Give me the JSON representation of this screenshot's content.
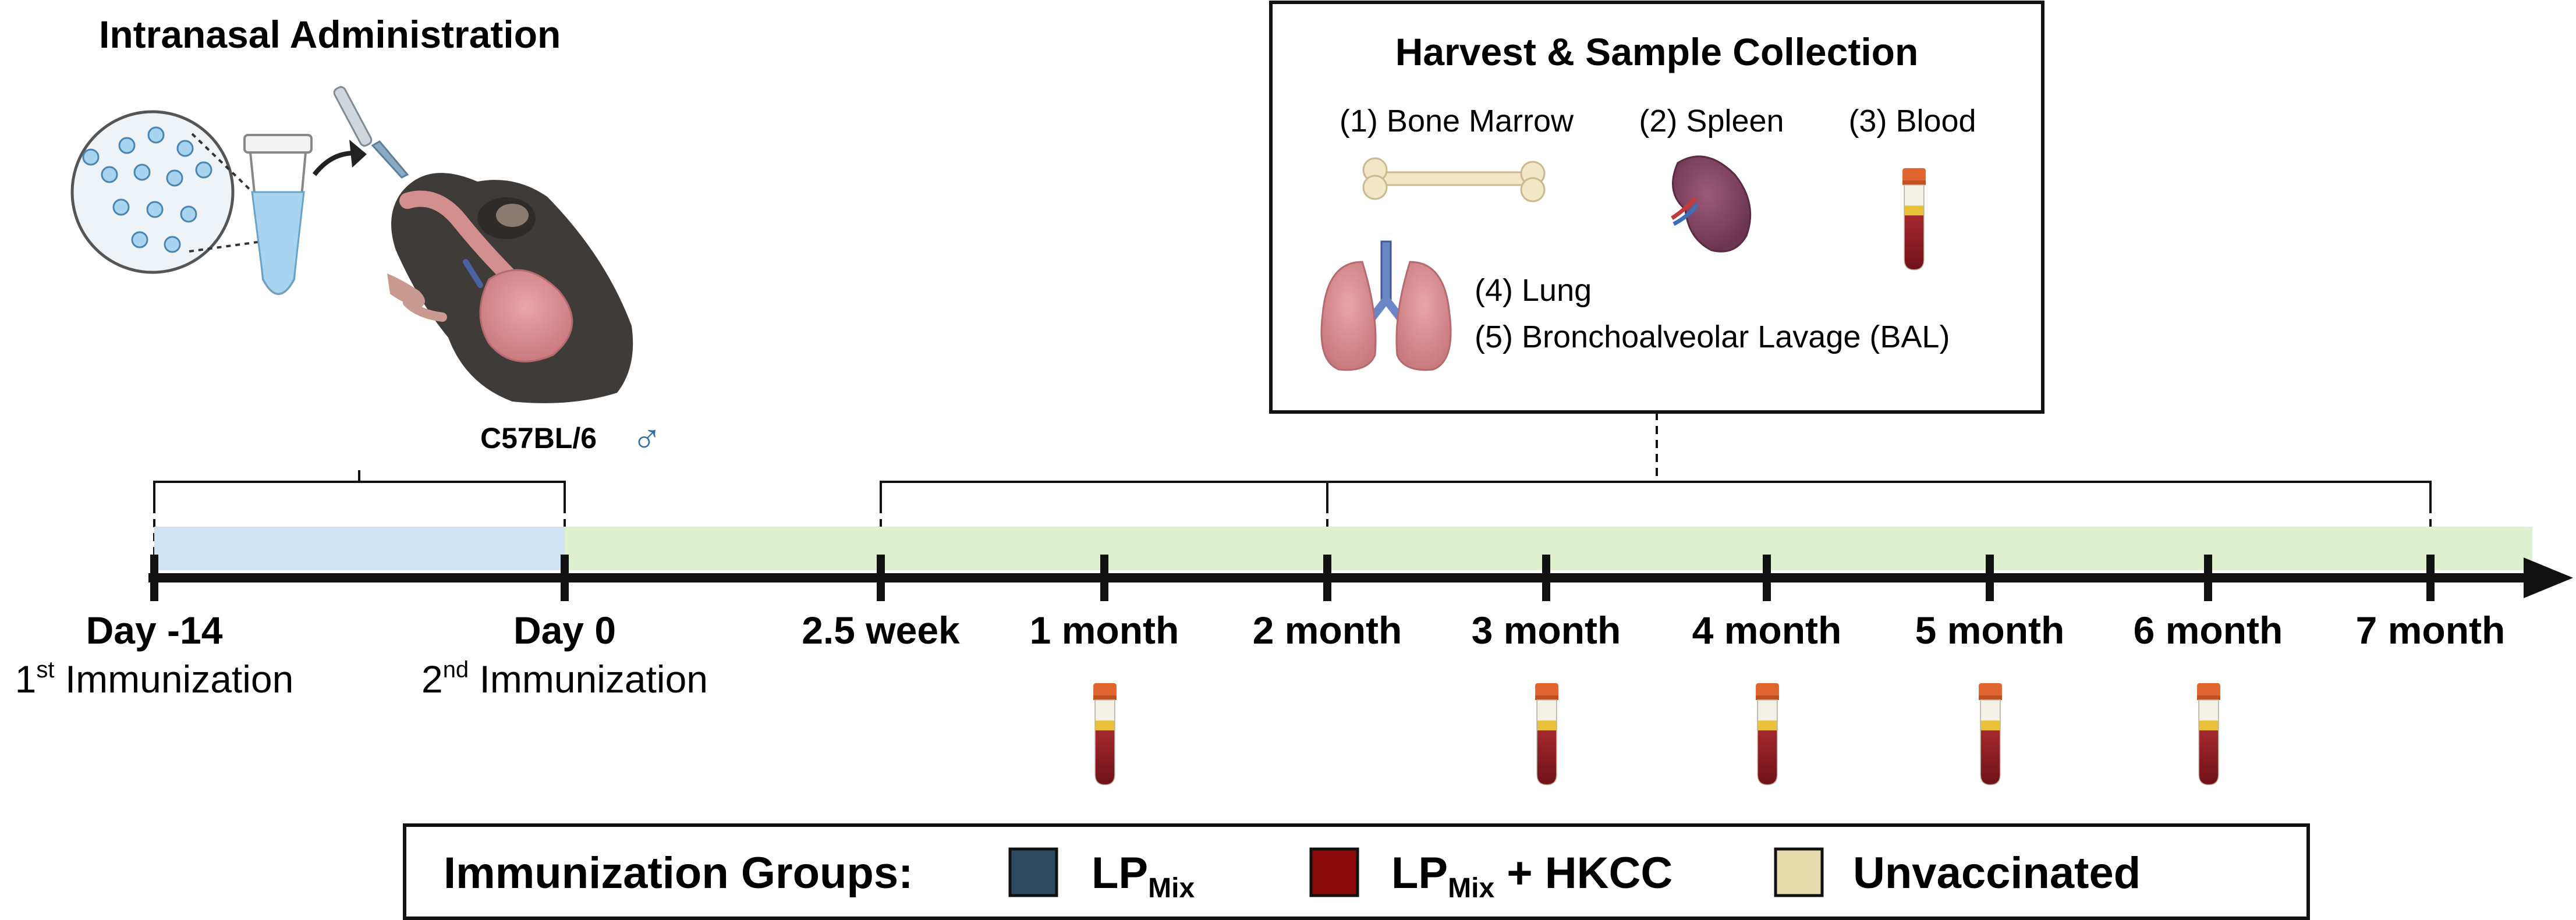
{
  "administration": {
    "title": "Intranasal Administration",
    "strain": "C57BL/6",
    "sex_symbol": "♂"
  },
  "harvest": {
    "title": "Harvest & Sample Collection",
    "samples": [
      {
        "label": "(1) Bone Marrow",
        "icon": "bone-icon"
      },
      {
        "label": "(2) Spleen",
        "icon": "spleen-icon"
      },
      {
        "label": "(3) Blood",
        "icon": "blood-tube-icon"
      },
      {
        "label": "(4) Lung",
        "icon": "lung-icon"
      },
      {
        "label": "(5) Bronchoalveolar Lavage (BAL)",
        "icon": "lung-icon"
      }
    ]
  },
  "timeline": {
    "points": [
      {
        "label": "Day -14",
        "sub": "Immunization",
        "sup": "st",
        "sub_prefix": "1",
        "blood": false
      },
      {
        "label": "Day 0",
        "sub": "Immunization",
        "sup": "nd",
        "sub_prefix": "2",
        "blood": false
      },
      {
        "label": "2.5 week",
        "blood": false
      },
      {
        "label": "1 month",
        "blood": true
      },
      {
        "label": "2 month",
        "blood": false
      },
      {
        "label": "3 month",
        "blood": true
      },
      {
        "label": "4 month",
        "blood": true
      },
      {
        "label": "5 month",
        "blood": true
      },
      {
        "label": "6 month",
        "blood": true
      },
      {
        "label": "7 month",
        "blood": false
      }
    ],
    "phase_colors": {
      "prime": "#cfe3f5",
      "post": "#dff0cf"
    }
  },
  "legend": {
    "title": "Immunization Groups:",
    "items": [
      {
        "base": "LP",
        "sub": "Mix",
        "suffix": "",
        "color": "#2d4a5e"
      },
      {
        "base": "LP",
        "sub": "Mix",
        "suffix": " + HKCC",
        "color": "#8b0b0b"
      },
      {
        "base": "Unvaccinated",
        "sub": "",
        "suffix": "",
        "color": "#e6dcae"
      }
    ]
  }
}
